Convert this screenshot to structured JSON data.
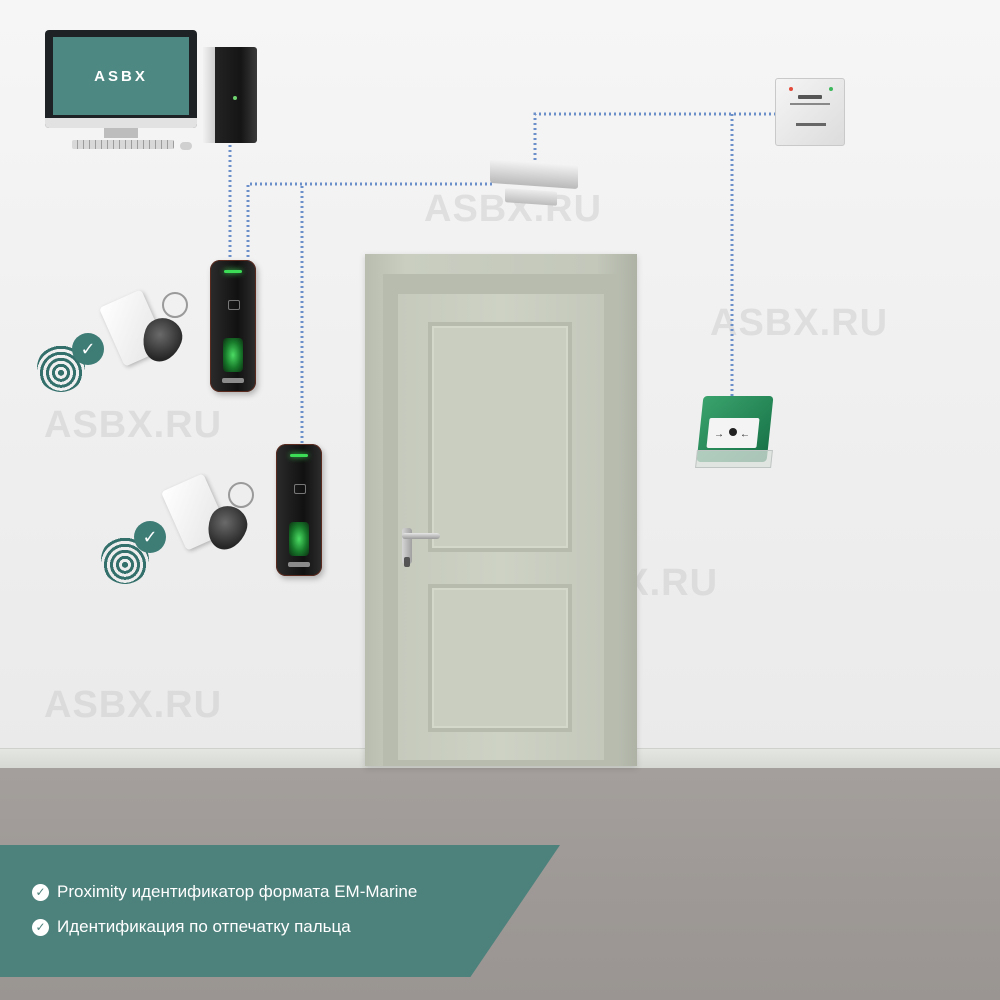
{
  "screen": {
    "label": "ASBX"
  },
  "watermarks": [
    "ASBX.RU",
    "ASBX.RU",
    "ASBX.RU",
    "ASBX.RU",
    "ASBX.RU"
  ],
  "colors": {
    "accent": "#4d817c",
    "wire": "#6b8fc9",
    "reader_led": "#3ddc57",
    "exit_button": "#1f8a55"
  },
  "devices": {
    "computer": "computer-icon",
    "controller": "power-supply-icon",
    "lock": "electromagnetic-lock-icon",
    "reader_1": "fingerprint-reader-icon",
    "reader_2": "fingerprint-reader-icon",
    "exit_button": "exit-button-icon"
  },
  "features": [
    {
      "icon": "check-circle-icon",
      "text": "Proximity идентификатор формата EM-Marine"
    },
    {
      "icon": "check-circle-icon",
      "text": "Идентификация по отпечатку пальца"
    }
  ]
}
